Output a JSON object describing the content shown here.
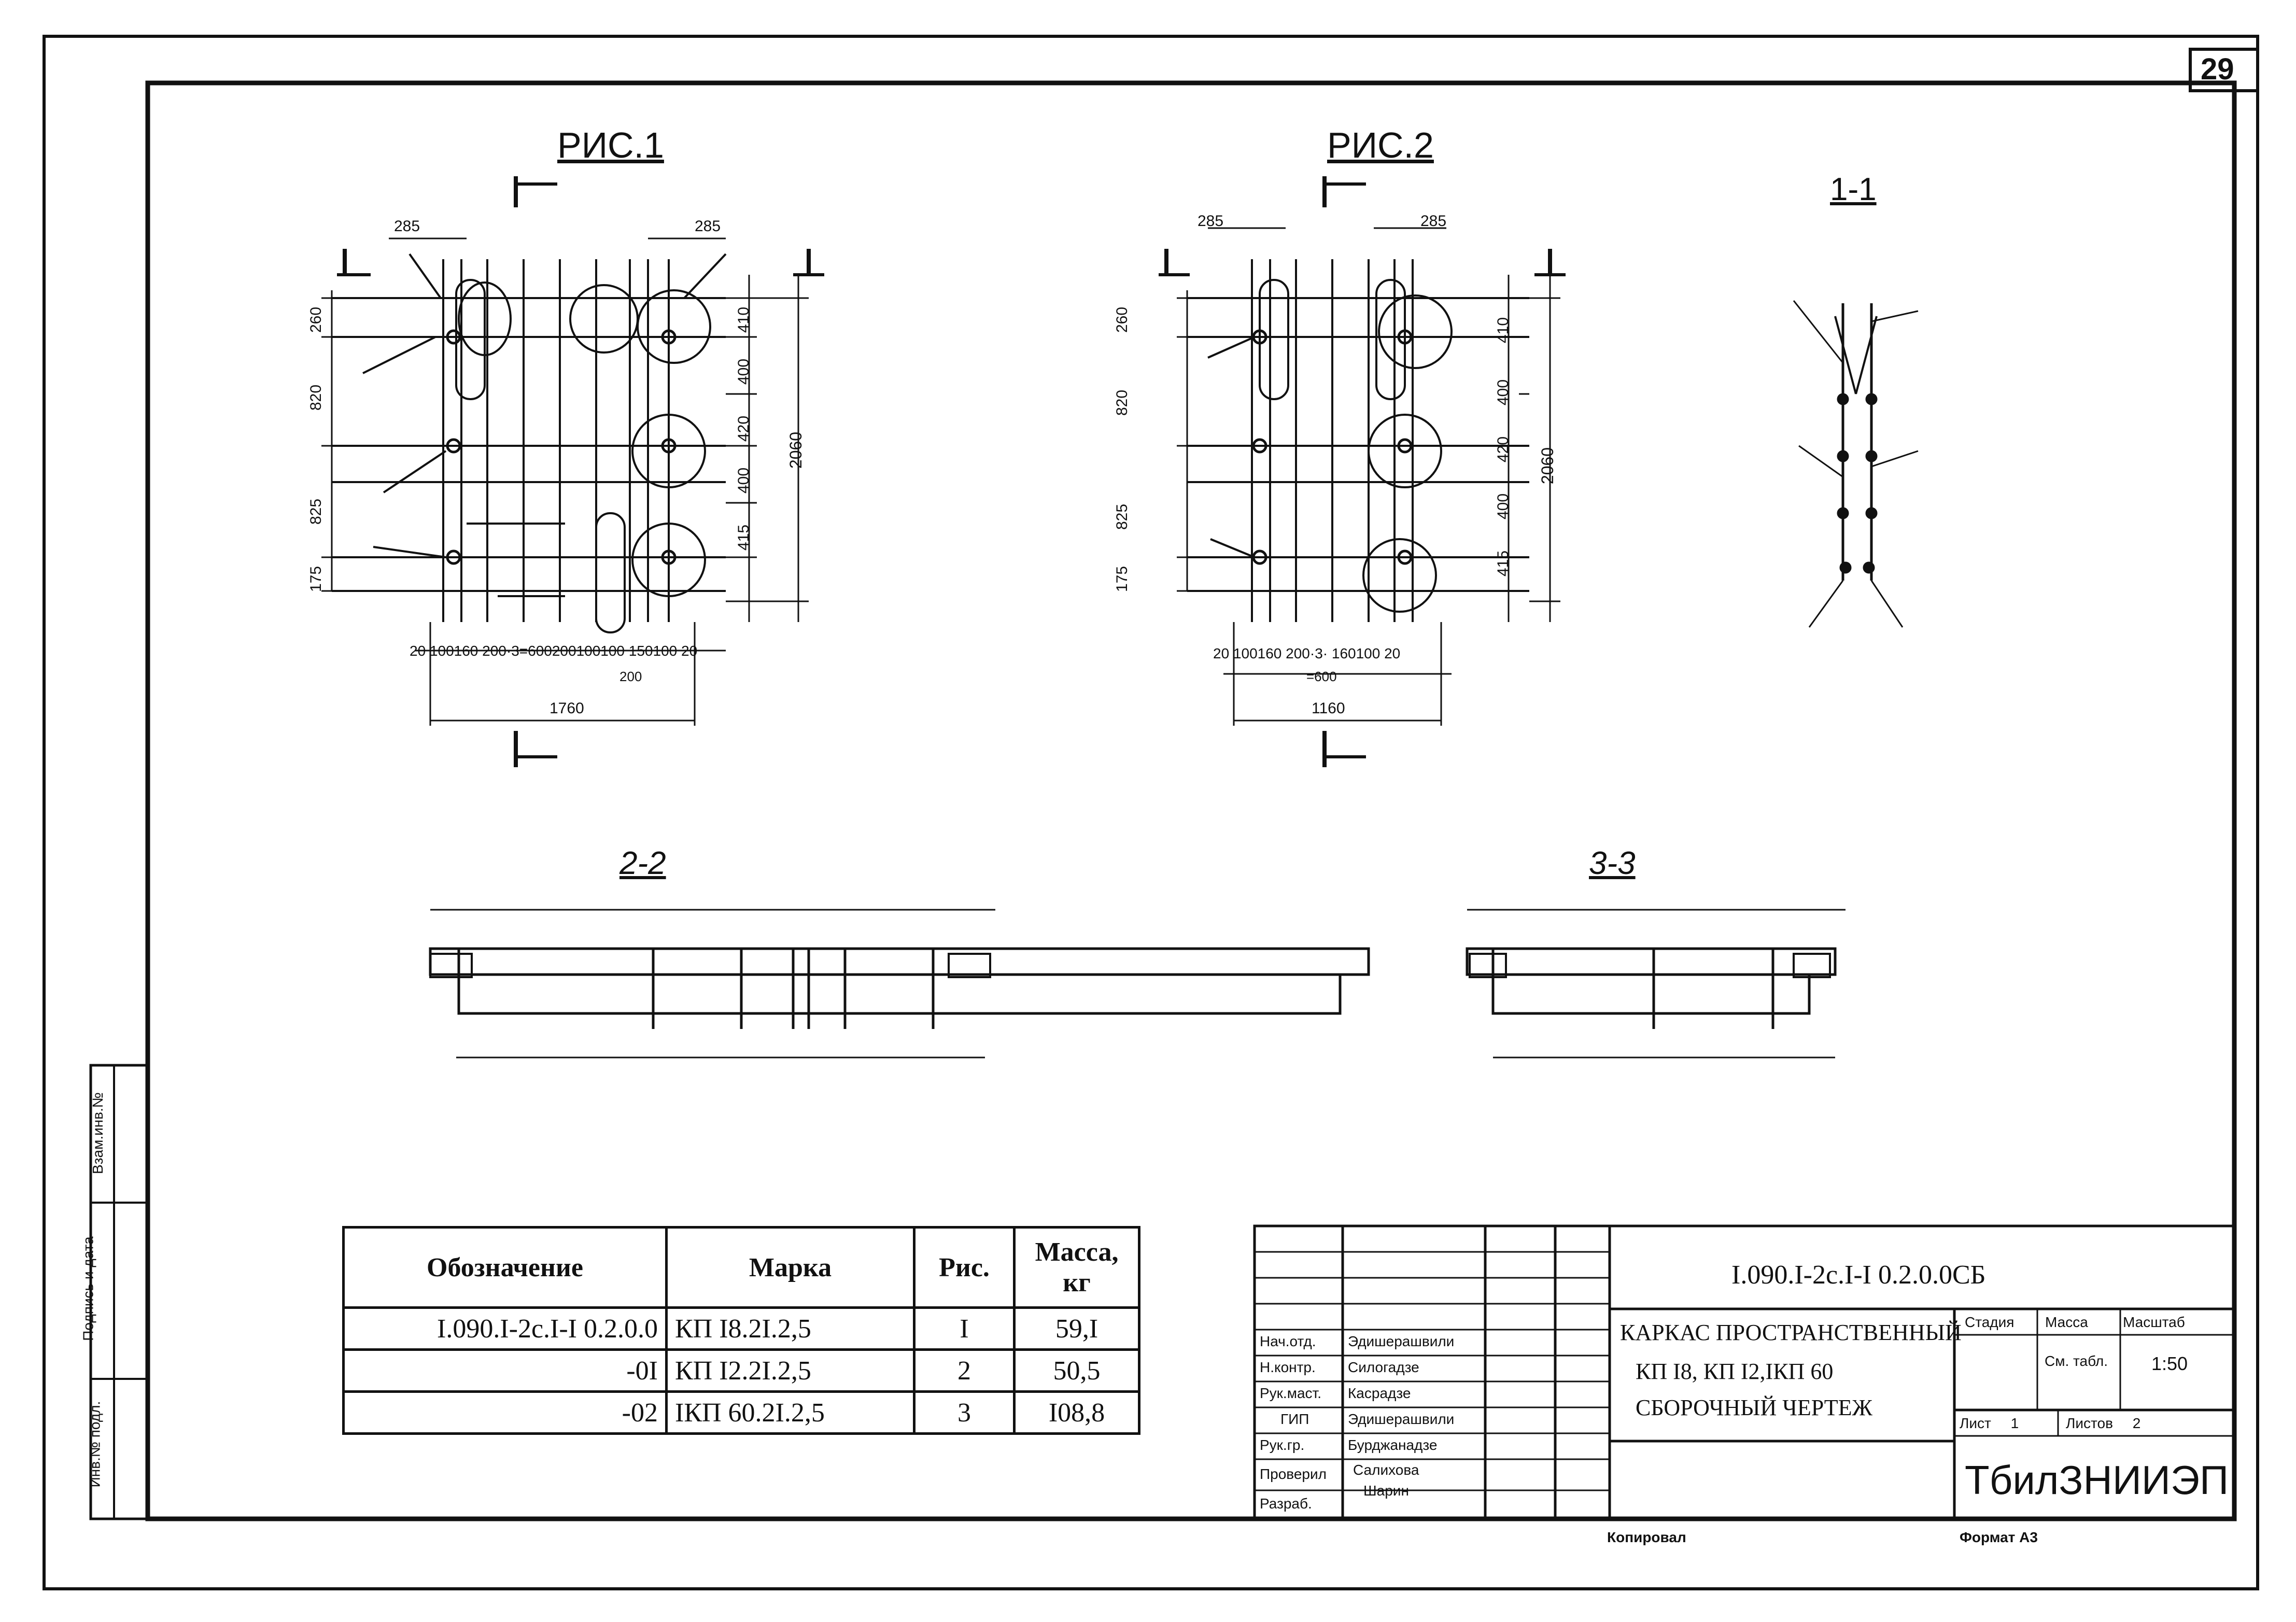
{
  "sheet_number": "29",
  "figures": {
    "fig1_title": "РИС.1",
    "fig2_title": "РИС.2",
    "section_1_1": "1-1",
    "section_2_2": "2-2",
    "section_3_3": "3-3"
  },
  "fig1_dims": {
    "top_left": "285",
    "top_right": "285",
    "left": [
      "260",
      "820",
      "825",
      "175"
    ],
    "right": [
      "410",
      "400",
      "420",
      "400",
      "415"
    ],
    "total_height": "2060",
    "bottom_chain": [
      "20",
      "100",
      "160",
      "200·3=600",
      "200",
      "100",
      "100",
      "150",
      "100",
      "20"
    ],
    "bottom_sub": "200",
    "total_width": "1760"
  },
  "fig2_dims": {
    "top_left": "285",
    "top_right": "285",
    "left": [
      "260",
      "820",
      "825",
      "175"
    ],
    "right": [
      "410",
      "400",
      "420",
      "400",
      "415"
    ],
    "total_height": "2060",
    "bottom_chain": [
      "20",
      "100",
      "160",
      "200·3·",
      "160",
      "100",
      "20"
    ],
    "bottom_sub": "=600",
    "total_width": "1160"
  },
  "spec_table": {
    "headers": [
      "Обозначение",
      "Марка",
      "Рис.",
      "Масса, кг"
    ],
    "rows": [
      [
        "I.090.I-2c.I-I 0.2.0.0",
        "КП I8.2I.2,5",
        "I",
        "59,I"
      ],
      [
        "-0I",
        "КП I2.2I.2,5",
        "2",
        "50,5"
      ],
      [
        "-02",
        "IКП 60.2I.2,5",
        "3",
        "I08,8"
      ]
    ]
  },
  "side_stamp": [
    "Инв.№ подл.",
    "Подпись и дата",
    "Взам.инв.№"
  ],
  "title_block": {
    "code": "I.090.I-2c.I-I 0.2.0.0СБ",
    "title_lines": [
      "КАРКАС ПРОСТРАНСТВЕННЫЙ",
      "КП I8, КП I2,IКП 60",
      "СБОРОЧНЫЙ ЧЕРТЕЖ"
    ],
    "roles": [
      "Нач.отд.",
      "Н.контр.",
      "Рук.маст.",
      "ГИП",
      "Рук.гр.",
      "Проверил",
      "Разраб."
    ],
    "names": [
      "Эдишерашвили",
      "Силогадзе",
      "Касрадзе",
      "Эдишерашвили",
      "Бурджанадзе",
      "Салихова",
      "Шарин"
    ],
    "stage_label": "Стадия",
    "mass_label": "Масса",
    "scale_label": "Масштаб",
    "mass_value": "См. табл.",
    "scale_value": "1:50",
    "sheet_label": "Лист",
    "sheet_value": "1",
    "sheets_label": "Листов",
    "sheets_value": "2",
    "org": "ТбилЗНИИЭП"
  },
  "footer": {
    "copied": "Копировал",
    "format": "Формат А3"
  }
}
